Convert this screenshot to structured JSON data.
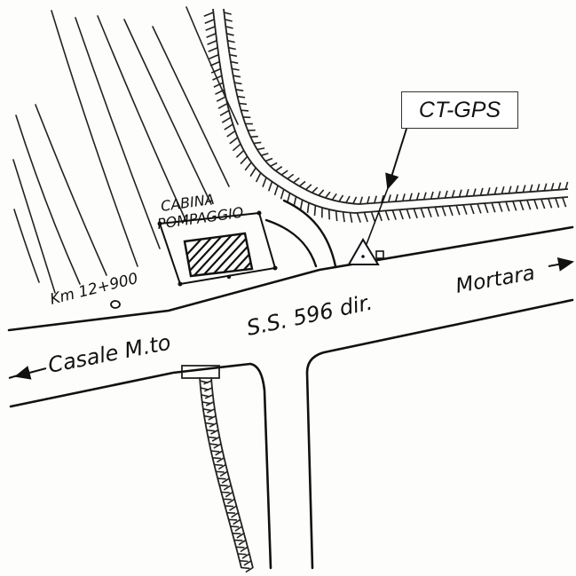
{
  "map": {
    "station_label": "CT-GPS",
    "cabin_label_line1": "CABINA",
    "cabin_label_line2": "POMPAGGIO",
    "km_marker": "Km 12+900",
    "road_name": "S.S. 596 dir.",
    "direction_left": "Casale M.to",
    "direction_right": "Mortara",
    "station_symbol": "triangle-benchmark-icon",
    "ink_color": "#111111",
    "paper_color": "#fdfdfb"
  }
}
